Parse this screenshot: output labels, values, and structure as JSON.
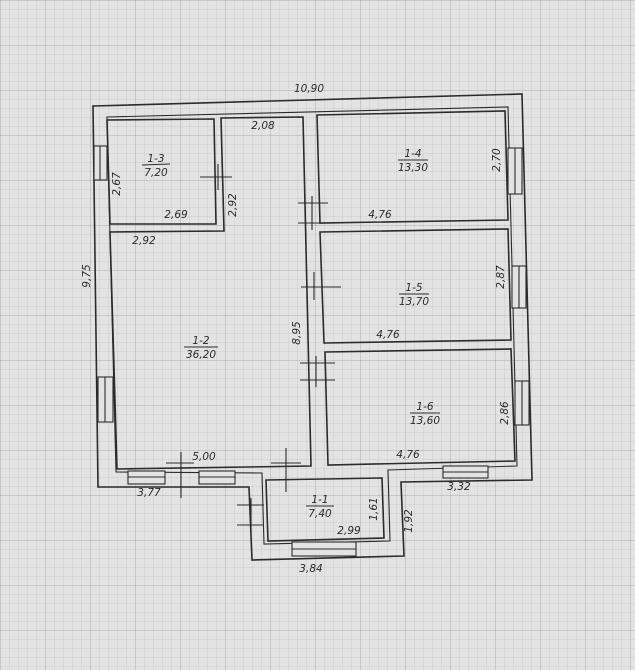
{
  "plan": {
    "rooms": [
      {
        "id": "1-1",
        "area": "7,40"
      },
      {
        "id": "1-2",
        "area": "36,20"
      },
      {
        "id": "1-3",
        "area": "7,20"
      },
      {
        "id": "1-4",
        "area": "13,30"
      },
      {
        "id": "1-5",
        "area": "13,70"
      },
      {
        "id": "1-6",
        "area": "13,60"
      }
    ],
    "dimensions": {
      "overall_width": "10,90",
      "overall_height": "9,75",
      "r13_height": "2,67",
      "r13_width": "2,69",
      "r13_right": "2,92",
      "r12_top": "2,08",
      "r12_width_top": "2,92",
      "r12_height": "8,95",
      "r12_bottom": "5,00",
      "bottom_left": "3,77",
      "r14_height": "2,70",
      "r14_width": "4,76",
      "r15_height": "2,87",
      "r15_width": "4,76",
      "r16_height": "2,86",
      "r16_width": "4,76",
      "bottom_right": "3,32",
      "r11_height": "1,61",
      "r11_width": "2,99",
      "porch_right": "1,92",
      "porch_bottom": "3,84"
    }
  }
}
